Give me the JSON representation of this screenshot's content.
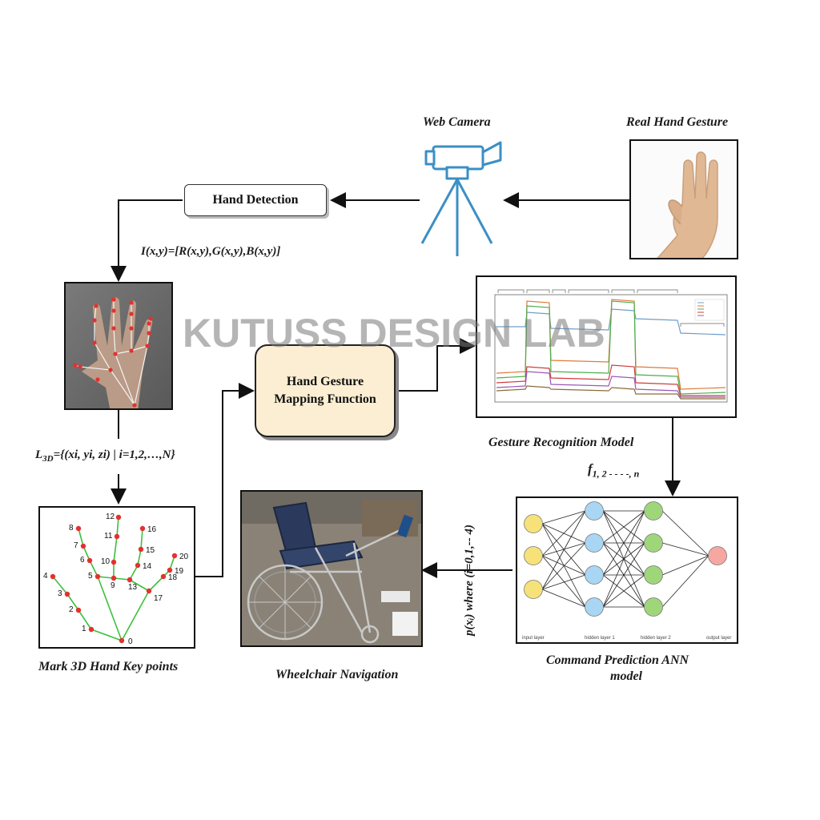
{
  "captions": {
    "web_camera": "Web Camera",
    "real_hand": "Real Hand Gesture",
    "hand_detection": "Hand Detection",
    "image_formula": "I(x,y)=[R(x,y),G(x,y),B(x,y)]",
    "hand_mapping_line1": "Hand Gesture",
    "hand_mapping_line2": "Mapping Function",
    "l3d_prefix": "L",
    "l3d_sub": "3D",
    "l3d_rest": "={(xi, yi, zi) | i=1,2,…,N}",
    "gesture_model": "Gesture Recognition Model",
    "features_f": "f",
    "features_sub": "1, 2 - - - -, n",
    "mark_keypoints": "Mark 3D Hand Key points",
    "wheelchair": "Wheelchair Navigation",
    "ann_line1": "Command Prediction ANN",
    "ann_line2": "model",
    "probability": "p(xᵢ) where (i=0,1,-- 4)"
  },
  "watermark": "KUTUSS DESIGN LAB",
  "keypoint_labels": [
    "0",
    "1",
    "2",
    "3",
    "4",
    "5",
    "6",
    "7",
    "8",
    "9",
    "10",
    "11",
    "12",
    "13",
    "14",
    "15",
    "16",
    "17",
    "18",
    "19",
    "20"
  ],
  "ann_layers": [
    "input layer",
    "hidden layer 1",
    "hidden layer 2",
    "output layer"
  ],
  "colors": {
    "camera": "#3b8fc4",
    "mapping_fill": "#fbeed2",
    "keypoint": "#e53030",
    "bone": "#3cc13c",
    "input_node": "#f7e27a",
    "hidden1_node": "#a9d6f2",
    "hidden2_node": "#9fd67a",
    "output_node": "#f6a8a0"
  }
}
